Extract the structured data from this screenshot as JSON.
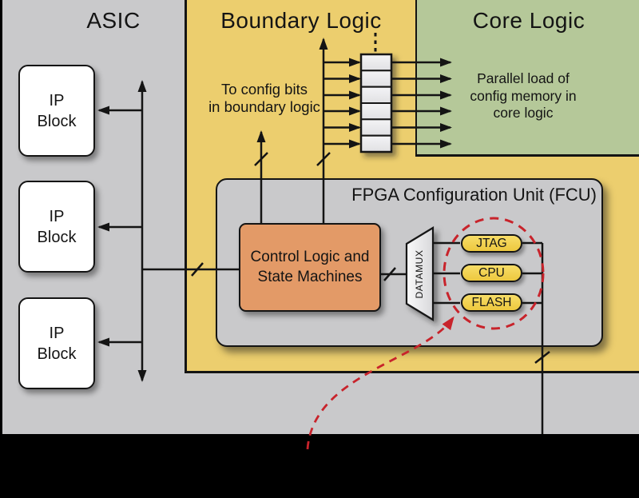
{
  "regions": {
    "asic": {
      "label": "ASIC"
    },
    "boundary_logic": {
      "label": "Boundary Logic"
    },
    "core_logic": {
      "label": "Core Logic"
    }
  },
  "ip_blocks": [
    {
      "label": "IP\nBlock"
    },
    {
      "label": "IP\nBlock"
    },
    {
      "label": "IP\nBlock"
    }
  ],
  "fcu": {
    "title": "FPGA Configuration Unit (FCU)",
    "control_block_label": "Control Logic and\nState Machines",
    "datamux_label": "DATAMUX",
    "config_sources": [
      {
        "label": "JTAG"
      },
      {
        "label": "CPU"
      },
      {
        "label": "FLASH"
      }
    ]
  },
  "annotations": {
    "to_config_bits": "To config bits\nin boundary logic",
    "parallel_load": "Parallel load of\nconfig memory in\ncore logic"
  },
  "colors": {
    "asic_gray": "#C9C9CB",
    "boundary_yellow": "#ECCE6E",
    "core_green": "#B5C899",
    "control_orange": "#E39A67",
    "source_yellow": "#F2D44F",
    "shift_cell_gray": "#EDEDEF",
    "wire_black": "#141414",
    "annotation_red": "#C8232B",
    "background_black": "#000000"
  }
}
